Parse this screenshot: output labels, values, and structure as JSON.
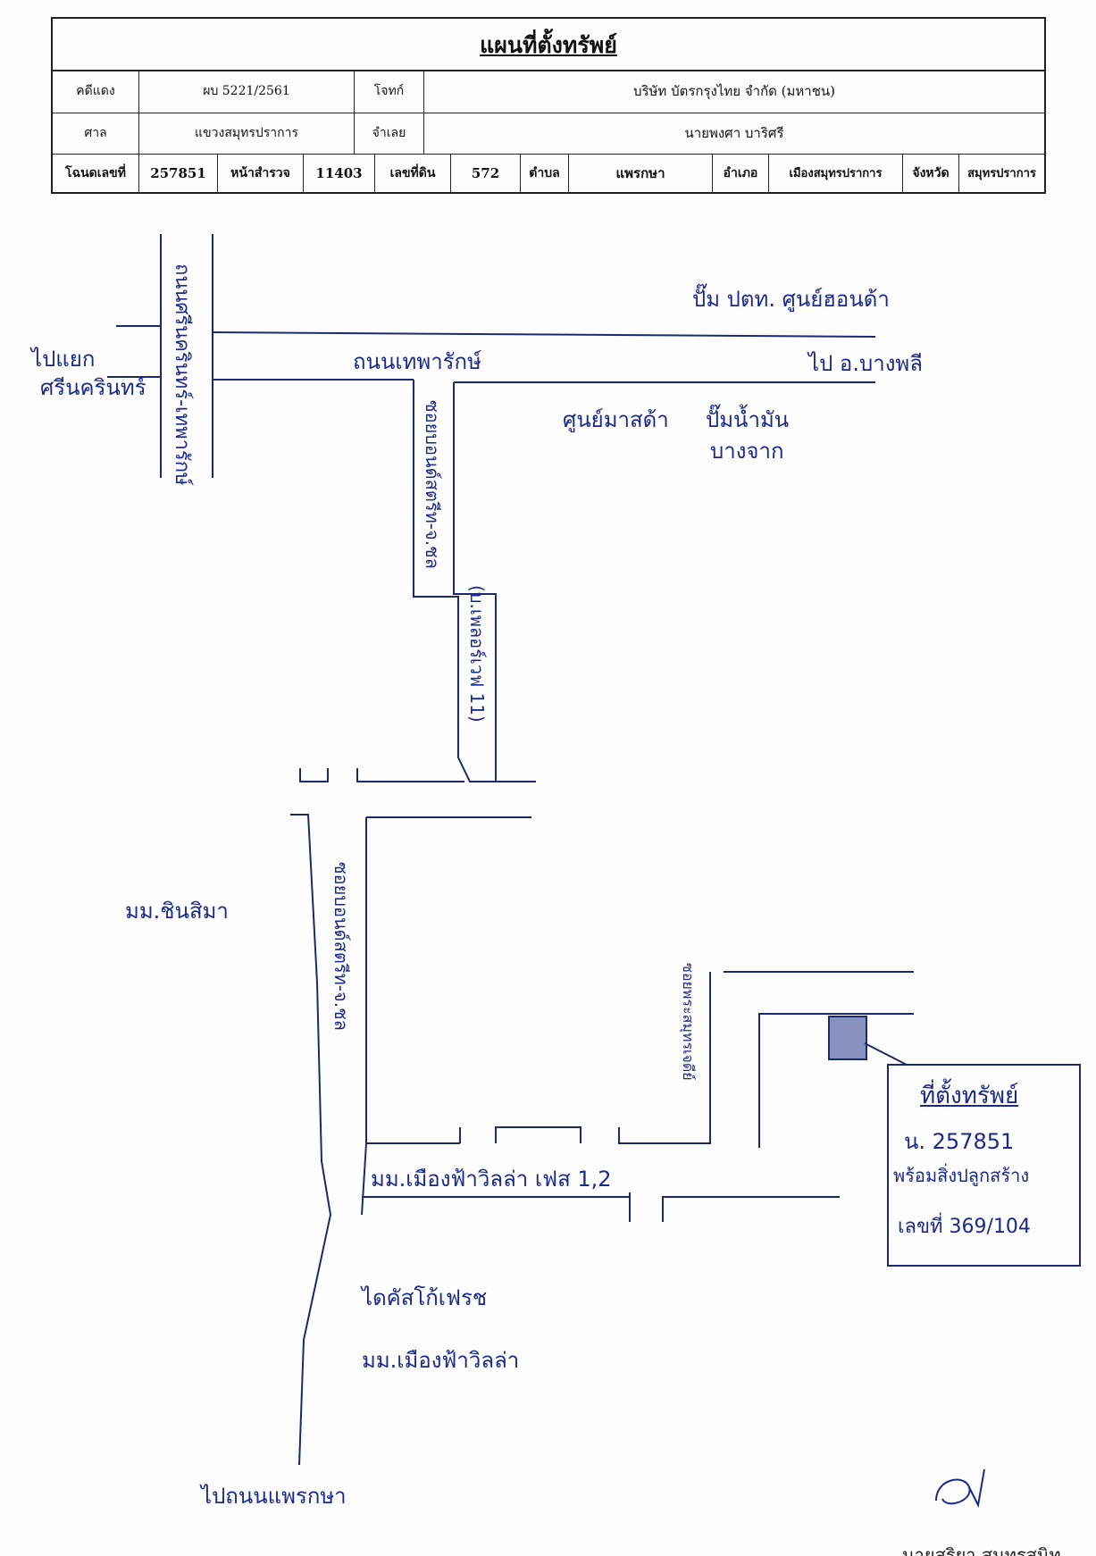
{
  "header": {
    "title": "แผนที่ตั้งทรัพย์",
    "row1": {
      "case_label": "คดีแดง",
      "case_value": "ผบ 5221/2561",
      "plaintiff_label": "โจทก์",
      "plaintiff_value": "บริษัท บัตรกรุงไทย จำกัด (มหาชน)"
    },
    "row2": {
      "court_label": "ศาล",
      "court_value": "แขวงสมุทรปราการ",
      "defendant_label": "จำเลย",
      "defendant_value": "นายพงศา บาริศรี"
    },
    "row3": {
      "deed_label": "โฉนดเลขที่",
      "deed_value": "257851",
      "survey_label": "หน้าสำรวจ",
      "survey_value": "11403",
      "land_label": "เลขที่ดิน",
      "land_value": "572",
      "subdistrict_label": "ตำบล",
      "subdistrict_value": "แพรกษา",
      "district_label": "อำเภอ",
      "district_value": "เมืองสมุทรปราการ",
      "province_label": "จังหวัด",
      "province_value": "สมุทรปราการ"
    }
  },
  "map": {
    "labels": {
      "west_arrow": "ไปแยก",
      "west_arrow2": "ศรีนครินทร์",
      "main_road_vertical": "ถนนศรีนครินทร์-เทพารักษ์",
      "main_road_horizontal": "ถนนเทพารักษ์",
      "east_arrow": "ไป อ.บางพลี",
      "top_right_note": "ปั๊ม ปตท. ศูนย์ฮอนด้า",
      "below_road_left": "ศูนย์มาสด้า",
      "below_road_right": "ปั๊มน้ำมัน",
      "below_road_right2": "บางจาก",
      "soi_upper": "ซอยบอนด์สตรีท-จ.ชล",
      "soi_upper2": "(บ.เพลอร์เวฟ 11)",
      "village_left": "มม.ชินสิมา",
      "soi_lower": "ซอยบอนด์สตรีท-จ.ชล",
      "soi_small": "ซอยพระสมุทรเจดีย์",
      "village_road": "มม.เมืองฟ้าวิลล่า เฟส 1,2",
      "lower_note1": "ไดคัสโก้เฟรช",
      "lower_note2": "มม.เมืองฟ้าวิลล่า",
      "bottom_arrow": "ไปถนนแพรกษา",
      "box_title": "ที่ตั้งทรัพย์",
      "box_line1": "น. 257851",
      "box_line2": "พร้อมสิ่งปลูกสร้าง",
      "box_line3": "เลขที่ 369/104"
    }
  },
  "signature": {
    "name": "นายสุริยา สุนทรสนิท"
  },
  "colors": {
    "ink": "#1a2a8c",
    "line": "#1a2a6c",
    "border": "#222222"
  }
}
